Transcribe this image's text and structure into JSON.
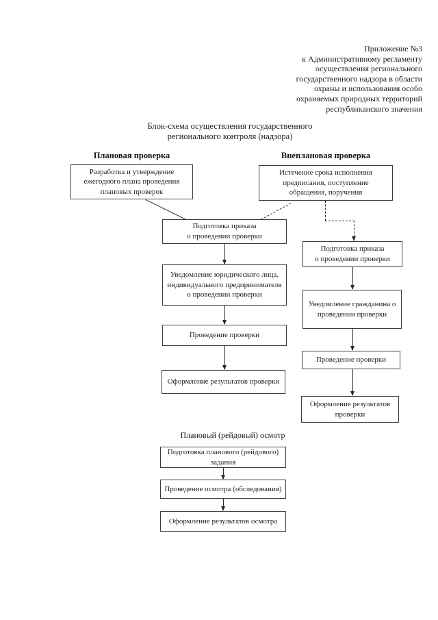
{
  "document": {
    "annex_reference": "Приложение №3\nк Административному регламенту\nосуществления регионального\nгосударственного надзора в области\nохраны и использования особо\nохраняемых природных территорий\nреспубликанского значения",
    "title": "Блок-схема осуществления государственного\nрегионального контроля (надзора)"
  },
  "flowchart": {
    "planned_branch": {
      "heading": "Плановая проверка",
      "steps": [
        "Разработка и утверждение\nежегодного плана проведения\nплановых проверок",
        "Подготовка приказа\nо проведении проверки",
        "Уведомление юридического лица,\nиндивидуального предпринимателя\nо проведении проверки",
        "Проведение проверки",
        "Оформление результатов проверки"
      ]
    },
    "unplanned_branch": {
      "heading": "Внеплановая проверка",
      "steps": [
        "Истечение срока исполнения\nпредписания, поступление\nобращения, поручения",
        "Подготовка приказа\nо проведении проверки",
        "Уведомление гражданина о\nпроведении проверки",
        "Проведение проверки",
        "Оформление результатов\nпроверки"
      ]
    },
    "raid_branch": {
      "heading": "Плановый (рейдовый) осмотр",
      "steps": [
        "Подготовка планового (рейдового)\nзадания",
        "Проведение осмотра (обследования)",
        "Оформление результатов осмотра"
      ]
    }
  },
  "colors": {
    "ink": "#1f1f1f",
    "paper": "#ffffff"
  }
}
